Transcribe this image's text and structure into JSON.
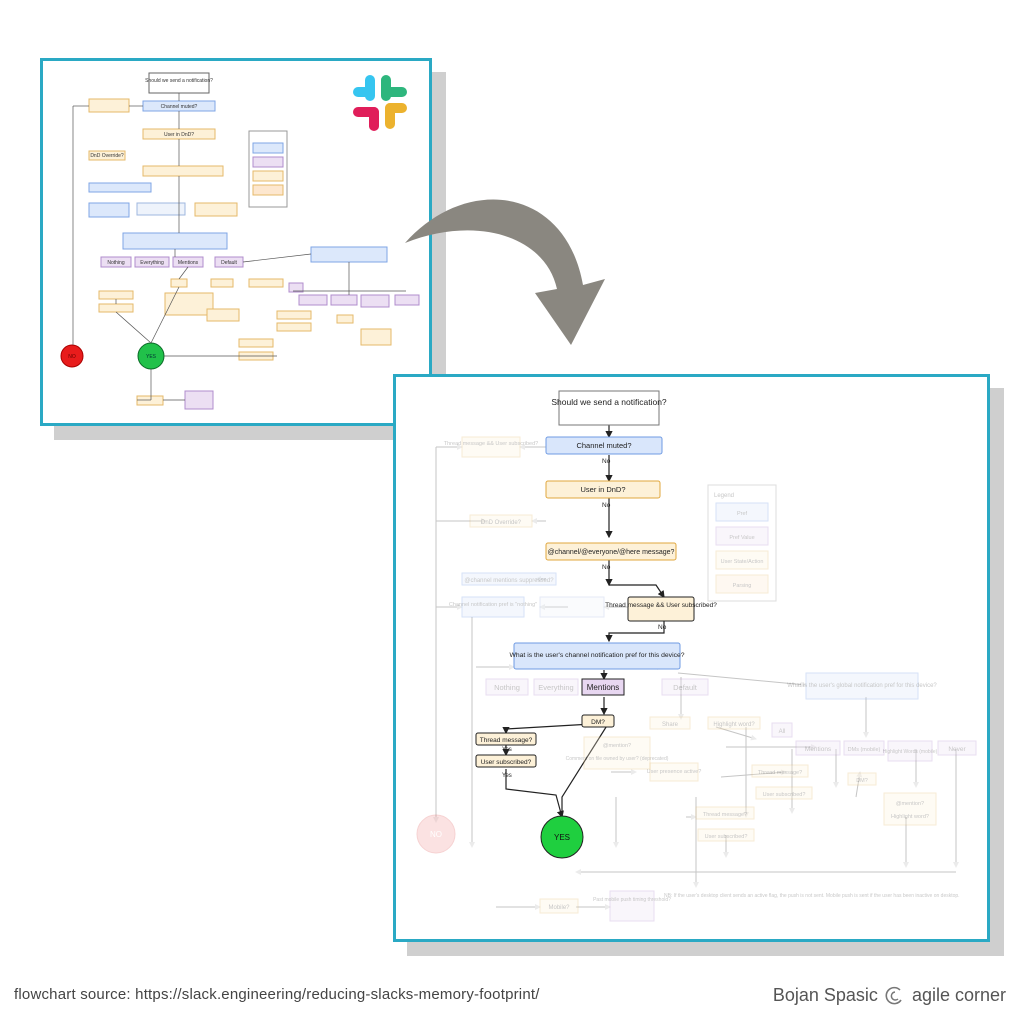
{
  "flowchart": {
    "start": "Should we send a notification?",
    "channel_muted": "Channel muted?",
    "user_in_dnd": "User in DnD?",
    "dnd_override": "DnD Override?",
    "at_here": "@channel/@everyone/@here message?",
    "thread_subscribed_left": "Thread message && User subscribed?",
    "at_channel_suppressed": "@channel mentions suppressed?",
    "channel_pref_nothing": "Channel notification pref is \"nothing\"",
    "thread_subscribed_main": "Thread message && User subscribed?",
    "channel_pref_question": "What is the user's channel notification pref for this device?",
    "opt_nothing": "Nothing",
    "opt_everything": "Everything",
    "opt_mentions": "Mentions",
    "opt_default": "Default",
    "global_pref": "What is the user's global notification pref for this device?",
    "dm": "DM?",
    "share": "Share",
    "highlight_word": "Highlight word?",
    "all": "All",
    "thread_message": "Thread message?",
    "user_subscribed": "User subscribed?",
    "mention_q": "@mention?",
    "comment_owned": "Comment on file owned by user? (deprecated)",
    "user_presence": "User presence active?",
    "g_mentions": "Mentions",
    "g_dms": "DMs (mobile)",
    "g_highlight": "Highlight Words (mobile)",
    "g_never": "Never",
    "g_dm_q": "DM?",
    "g_mention": "@mention?",
    "g_highlight_q": "Highlight word?",
    "g_thread": "Thread message?",
    "g_subscribed": "User subscribed?",
    "c_thread": "Thread message?",
    "c_subscribed": "User subscribed?",
    "no_node": "NO",
    "yes_node": "YES",
    "mobile": "Mobile?",
    "push_timing": "Past mobile push timing threshold?",
    "note": "NB: If the user's desktop client sends an active flag, the push is not sent. Mobile push is sent if the user has been inactive on desktop.",
    "legend_title": "Legend",
    "legend_items": [
      "Pref",
      "Pref Value",
      "User State/Action",
      "Parsing"
    ],
    "yes": "Yes",
    "no": "No"
  },
  "footer": {
    "source": "flowchart source: https://slack.engineering/reducing-slacks-memory-footprint/",
    "brand": "Bojan Spasic",
    "brand_suffix": "agile corner"
  }
}
